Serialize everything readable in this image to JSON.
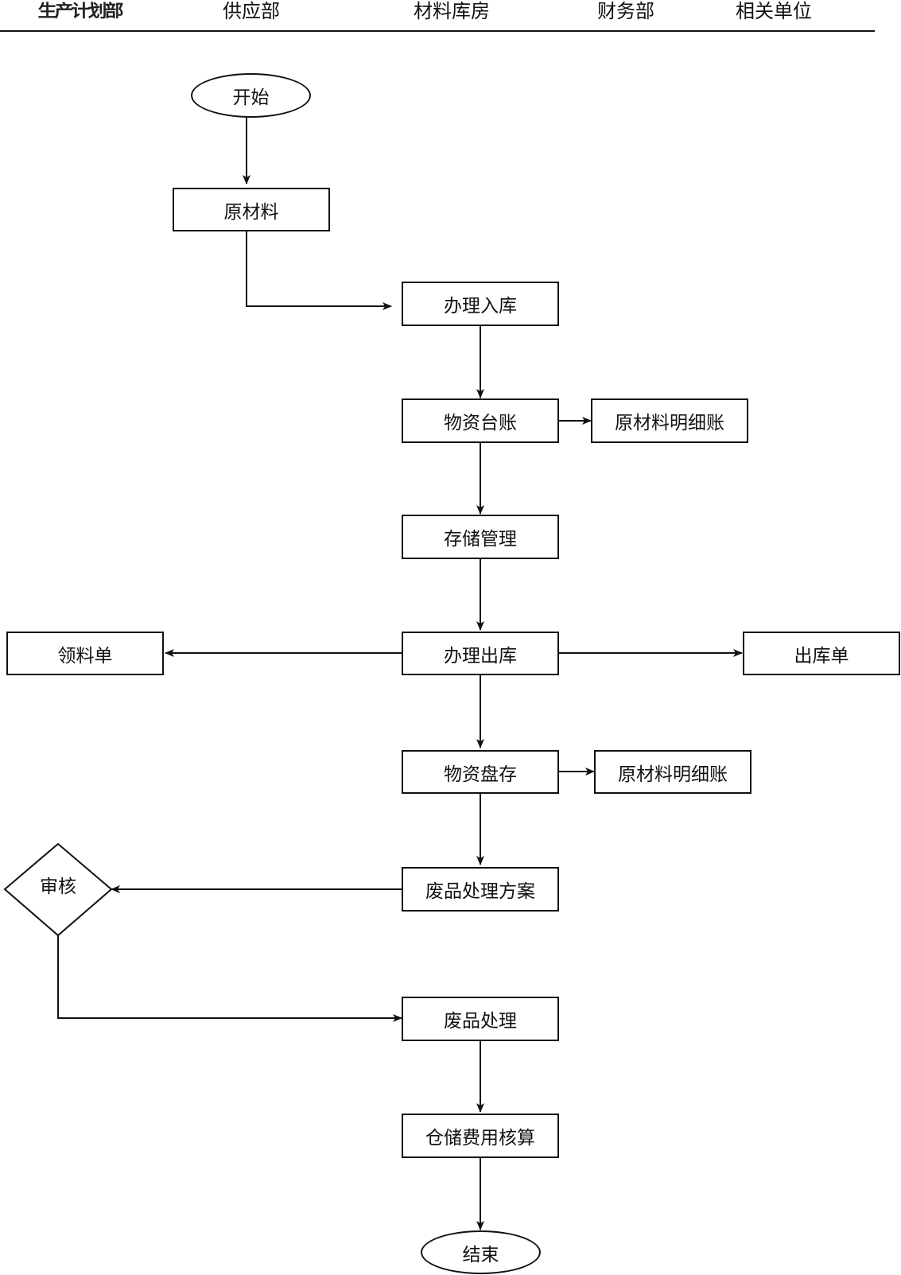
{
  "header": {
    "columns": [
      "生产计划部",
      "供应部",
      "材料库房",
      "财务部",
      "相关单位"
    ]
  },
  "nodes": {
    "start": "开始",
    "raw_material": "原材料",
    "inbound": "办理入库",
    "ledger": "物资台账",
    "raw_detail_1": "原材料明细账",
    "storage": "存储管理",
    "outbound": "办理出库",
    "requisition": "领料单",
    "outbound_slip": "出库单",
    "inventory": "物资盘存",
    "raw_detail_2": "原材料明细账",
    "waste_plan": "废品处理方案",
    "review": "审核",
    "waste_handling": "废品处理",
    "cost_accounting": "仓储费用核算",
    "end": "结束"
  }
}
